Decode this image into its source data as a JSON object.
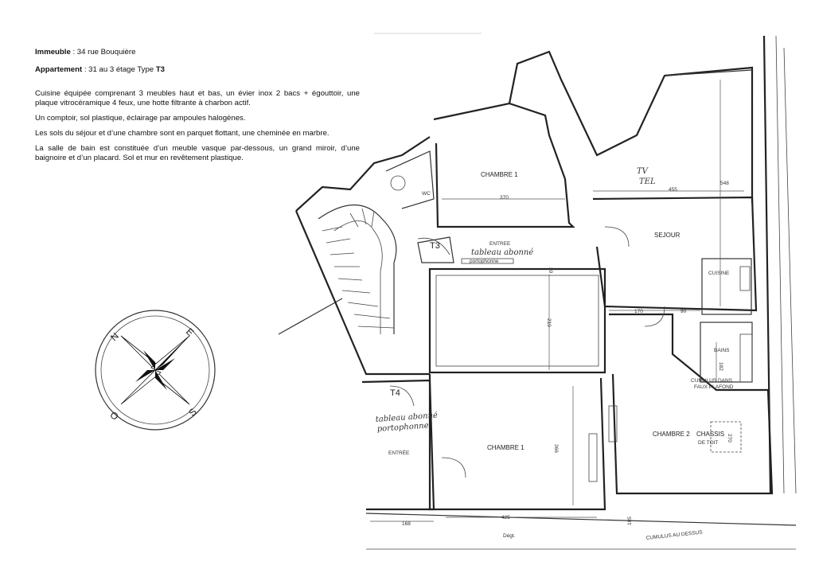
{
  "header": {
    "building_label": "Immeuble",
    "building_value": " : 34 rue Bouquière",
    "apartment_label": "Appartement",
    "apartment_value": " :  31 au 3 étage  Type  ",
    "apartment_type": "T3"
  },
  "description": [
    "Cuisine équipée comprenant 3 meubles haut et bas, un évier inox 2 bacs + égouttoir, une plaque vitrocéramique 4 feux, une hotte filtrante à charbon actif.",
    "Un comptoir, sol plastique, éclairage par ampoules halogènes.",
    "Les sols du séjour et d’une chambre sont en parquet flottant, une cheminée en marbre.",
    "La salle de bain est constituée d’un meuble vasque par-dessous, un grand miroir, d’une baignoire et d’un placard. Sol et mur en revêtement plastique."
  ],
  "plan": {
    "rooms": {
      "chambre1_top": "CHAMBRE 1",
      "sejour": "SEJOUR",
      "cuisine": "CUISINE",
      "bains": "BAINS",
      "chambre2": "CHAMBRE 2",
      "chassis": "CHASSIS",
      "de_toit": "DE TOIT",
      "chambre1_bottom": "CHAMBRE 1",
      "entree_top": "ENTREE",
      "entree_bottom": "ENTRÉE",
      "wc": "WC",
      "degt": "Dégt."
    },
    "unit_tags": {
      "t3": "T3",
      "t4": "T4"
    },
    "annotations": {
      "tableau1_line1": "tableau abonné",
      "tableau1_line2": "portophonne",
      "tableau2_line1": "tableau abonné",
      "tableau2_line2": "portophonne",
      "tv": "TV",
      "tel": "TEL",
      "cumulus1": "CUMULUS DANS",
      "cumulus2": "FAUX PLAFOND",
      "cumulus_bottom": "CUMULUS AU DESSUS"
    },
    "dimensions": {
      "d370": "370",
      "d455": "455",
      "d548": "548",
      "d90": "90",
      "d170": "170",
      "d182": "182",
      "d219": "219",
      "d366": "366",
      "d168": "168",
      "d425": "425",
      "d270": "270",
      "d105": "105",
      "d30": "30"
    },
    "compass": {
      "n": "N",
      "e": "E",
      "s": "S",
      "o": "O"
    }
  }
}
